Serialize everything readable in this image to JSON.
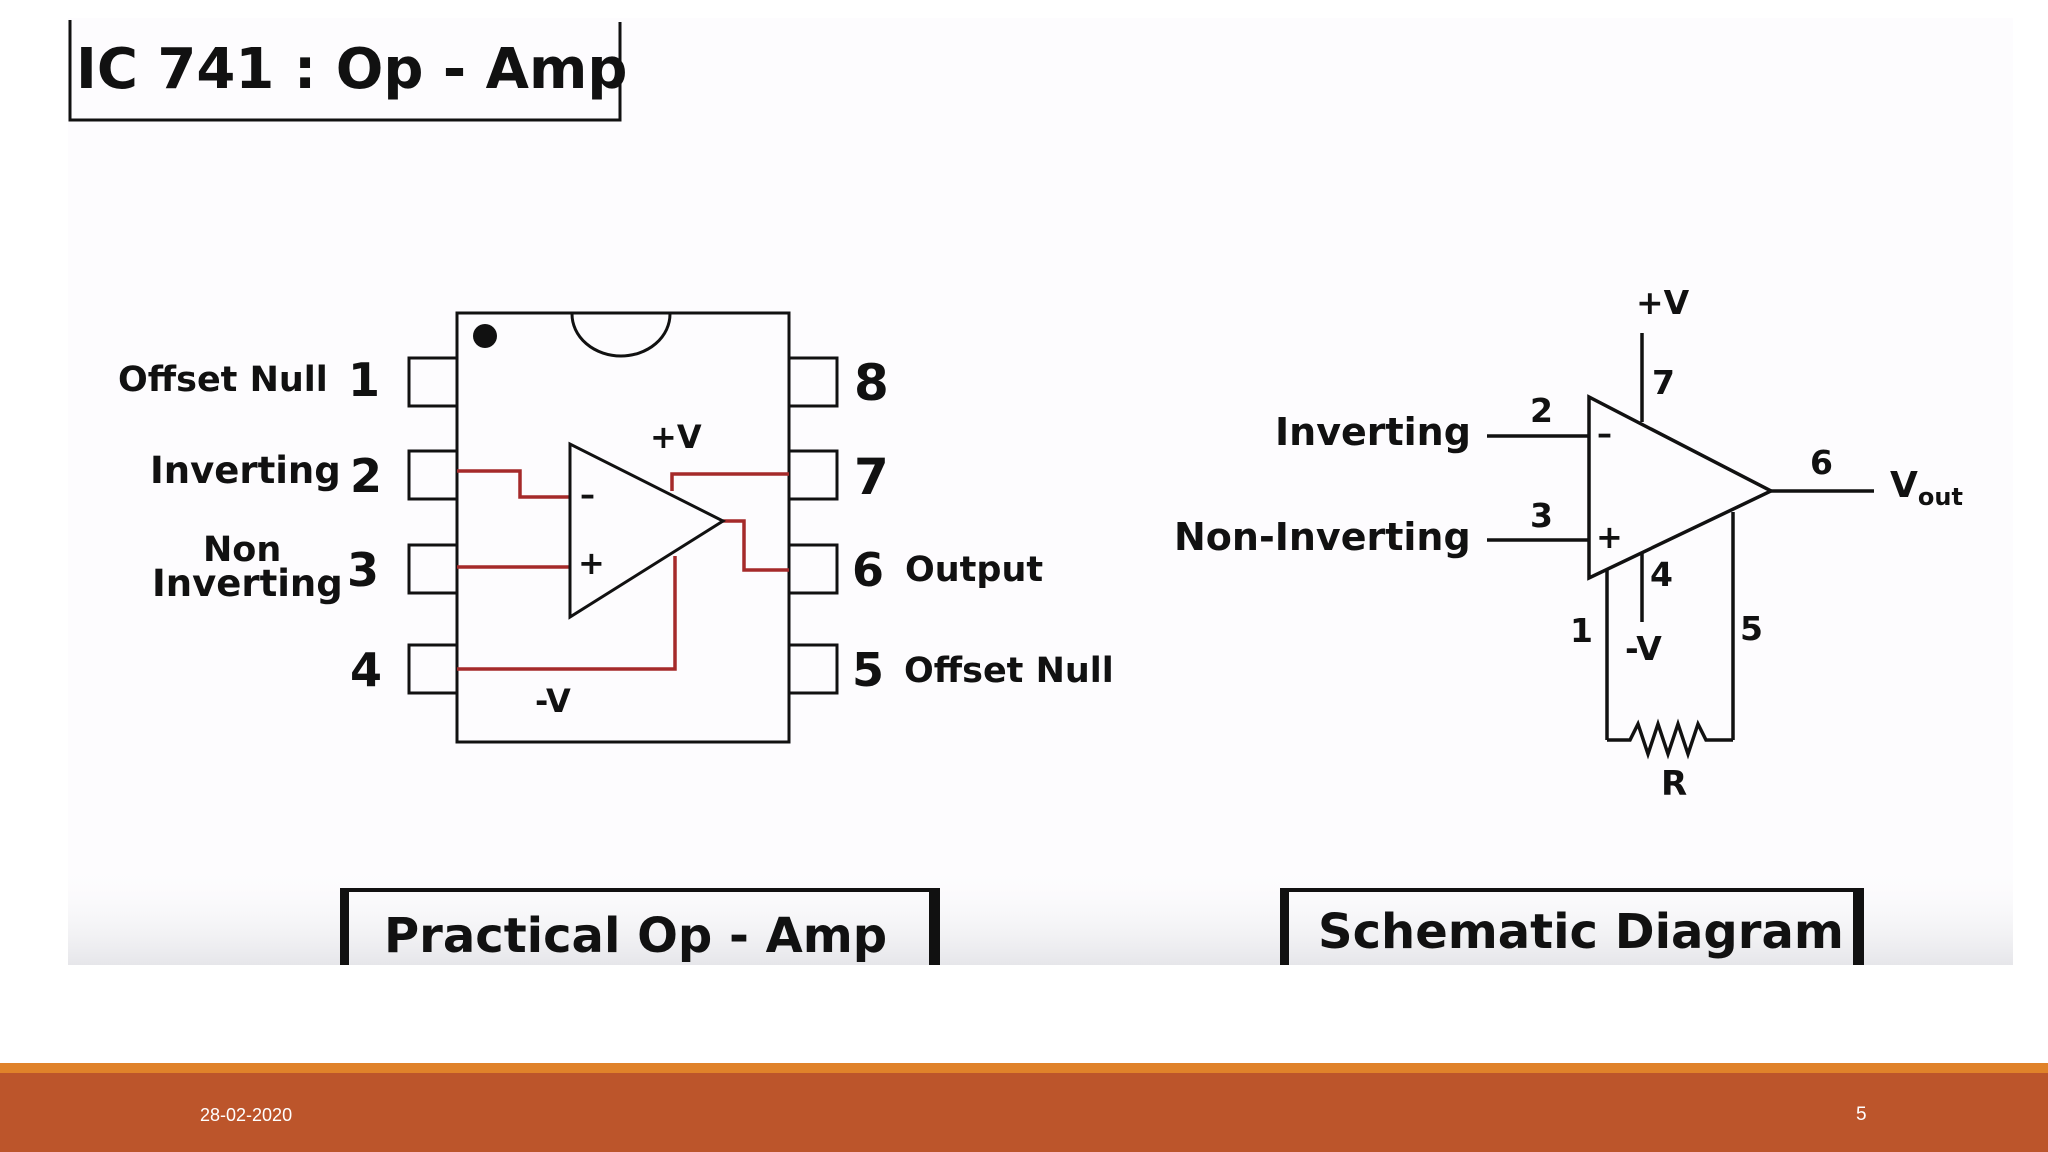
{
  "slide": {
    "title": "IC 741 : Op - Amp",
    "footer_date": "28-02-2020",
    "page_number": "5"
  },
  "practical": {
    "caption": "Practical Op - Amp",
    "pin1_label": "Offset Null",
    "pin1": "1",
    "pin2_label": "Inverting",
    "pin2": "2",
    "pin3_label_line1": "Non",
    "pin3_label_line2": "Inverting",
    "pin3": "3",
    "pin4": "4",
    "pin8": "8",
    "pin7": "7",
    "pin6": "6",
    "pin6_label": "Output",
    "pin5": "5",
    "pin5_label": "Offset Null",
    "plus_v": "+V",
    "minus_v": "-V",
    "minus_sign": "–",
    "plus_sign": "+"
  },
  "schematic": {
    "caption": "Schematic Diagram",
    "plus_v": "+V",
    "minus_v": "-V",
    "pin7": "7",
    "pin2": "2",
    "pin3": "3",
    "pin6": "6",
    "pin4": "4",
    "pin1": "1",
    "pin5": "5",
    "inverting_label": "Inverting",
    "noninverting_label": "Non-Inverting",
    "vout_main": "V",
    "vout_sub": "out",
    "resistor_label": "R",
    "minus_sign": "–",
    "plus_sign": "+"
  },
  "colors": {
    "wire_red": "#a52a2a",
    "footer_orange": "#e0822a",
    "footer_rust": "#bc552b"
  }
}
